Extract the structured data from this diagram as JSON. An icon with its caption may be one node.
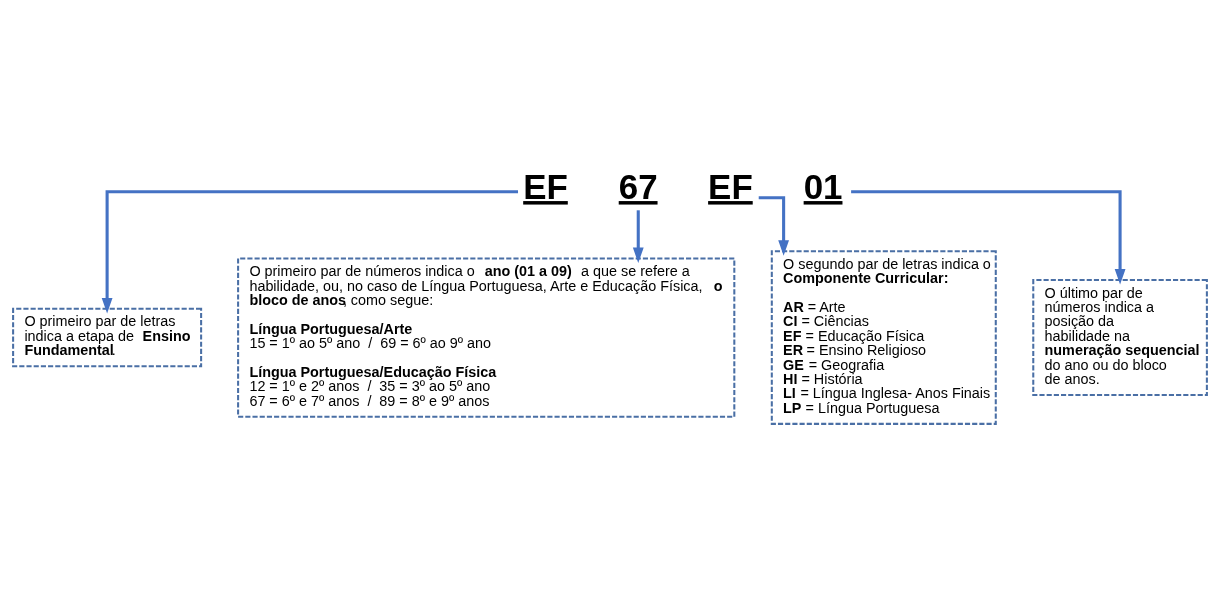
{
  "diagram": {
    "nodes": [
      {
        "text": [
          "EF"
        ]
      },
      {
        "text": [
          "67"
        ]
      },
      {
        "text": [
          "EF"
        ]
      },
      {
        "text": [
          "01"
        ]
      },
      {
        "text": [
          "O primeiro par de letras indica a etapa de **Ensino Fundamental**."
        ]
      },
      {
        "text": [
          "O último par de números indica a posição da habilidade na **numeração sequencial** do ano ou do bloco de anos."
        ]
      },
      {
        "text": [
          "O primeiro par de números indica o **ano (01 a 09)** a que se refere a habilidade, ou, no caso de Língua Portuguesa, Arte e Educação Física, **o bloco de anos**, como segue:",
          "Língua Portuguesa/Arte",
          "15 = 1º ao 5º ano  /  69 = 6º ao 9º ano",
          "Língua Portuguesa/Educação Física",
          "12 = 1º e 2º anos  /  35 = 3º ao 5º ano",
          "67 = 6º e 7º anos  /  89 = 8º e 9º anos"
        ]
      },
      {
        "text": [
          "O segundo par de letras indica o **Componente Curricular:**",
          "**AR** = Arte",
          "**CI** = Ciências",
          "**EF** = Educação Física",
          "**ER** = Ensino Religioso",
          "**GE** = Geografia",
          "**HI** = História",
          "**LI** = Língua Inglesa- Anos Finais",
          "**LP** = Língua Portuguesa"
        ]
      }
    ],
    "edges": [
      {
        "from": 0,
        "to": 4,
        "arrow": "to"
      },
      {
        "from": 1,
        "to": 6,
        "arrow": "to"
      },
      {
        "from": 2,
        "to": 7,
        "arrow": "to"
      },
      {
        "from": 3,
        "to": 5,
        "arrow": "to"
      }
    ]
  }
}
